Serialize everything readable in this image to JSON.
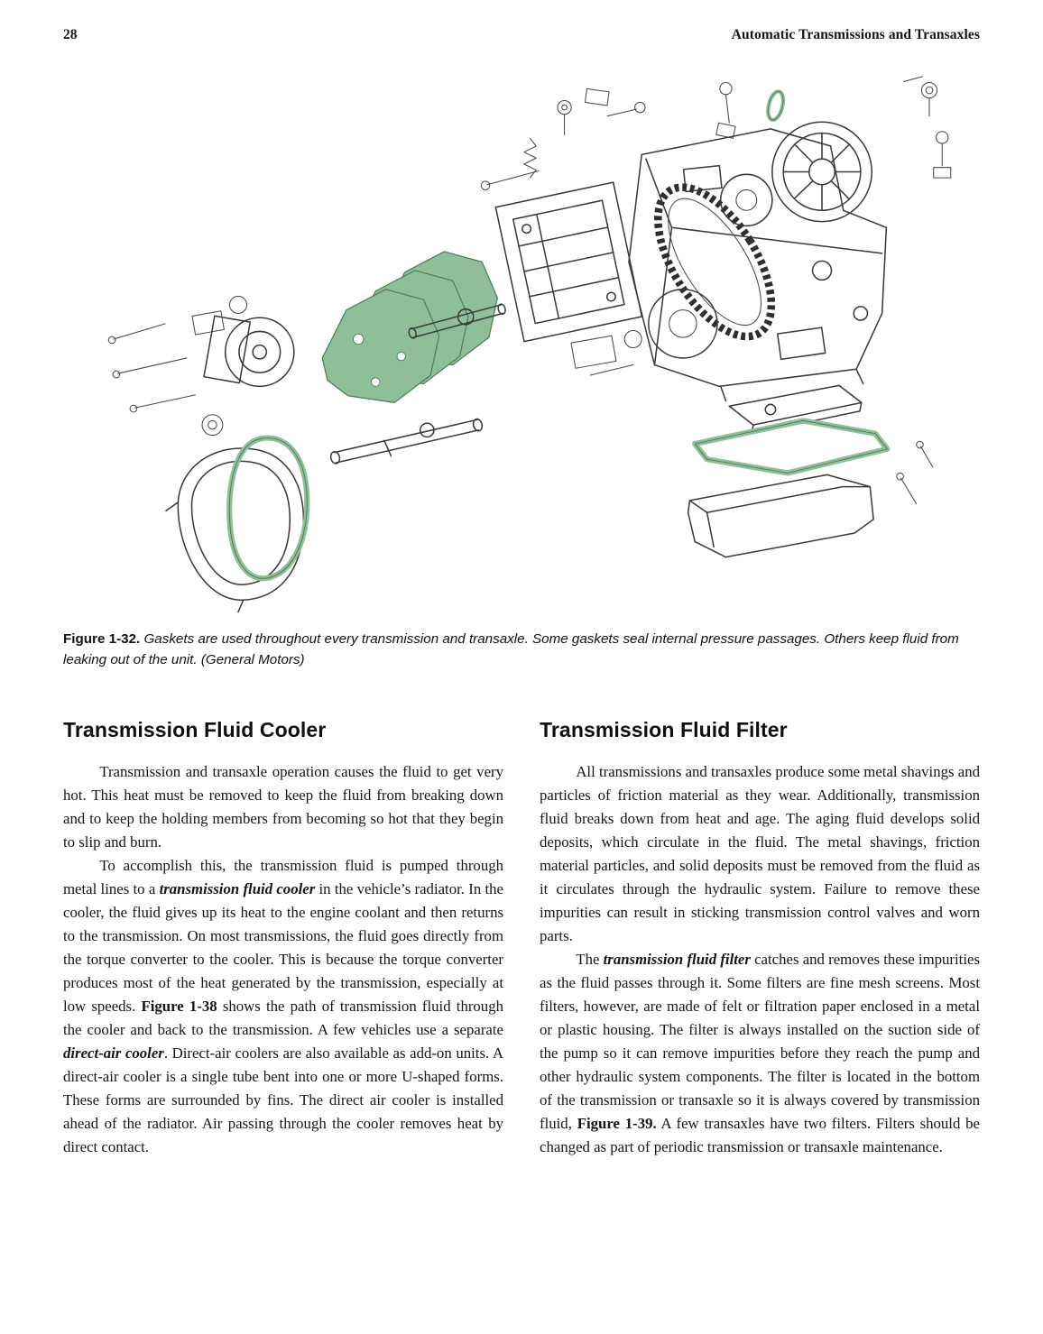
{
  "page": {
    "number": "28",
    "header_right": "Automatic Transmissions and Transaxles"
  },
  "figure": {
    "label": "Figure 1-32.",
    "caption": " Gaskets are used throughout every transmission and transaxle. Some gaskets seal internal pressure passages. Others keep fluid from leaking out of the unit. (General Motors)",
    "highlight_color": "#8fbf96"
  },
  "sections": [
    {
      "title": "Transmission Fluid Cooler",
      "paragraphs": [
        [
          {
            "t": "Transmission and transaxle operation causes the fluid to get very hot. This heat must be removed to keep the fluid from breaking down and to keep the holding members from becoming so hot that they begin to slip and burn."
          }
        ],
        [
          {
            "t": "To accomplish this, the transmission fluid is pumped through metal lines to a "
          },
          {
            "t": "transmission fluid cooler",
            "b": true,
            "i": true
          },
          {
            "t": " in the vehicle’s radiator. In the cooler, the fluid gives up its heat to the engine coolant and then returns to the transmission. On most transmissions, the fluid goes directly from the torque converter to the cooler. This is because the torque converter produces most of the heat generated by the transmission, especially at low speeds. "
          },
          {
            "t": "Figure 1-38",
            "b": true
          },
          {
            "t": " shows the path of transmission fluid through the cooler and back to the transmission. A few vehicles use a separate "
          },
          {
            "t": "direct-air cooler",
            "b": true,
            "i": true
          },
          {
            "t": ". Direct-air coolers are also available as add-on units. A direct-air cooler is a single tube bent into one or more U-shaped forms. These forms are surrounded by fins. The direct air cooler is installed ahead of the radiator. Air passing through the cooler removes heat by direct contact."
          }
        ]
      ]
    },
    {
      "title": "Transmission Fluid Filter",
      "paragraphs": [
        [
          {
            "t": "All transmissions and transaxles produce some metal shavings and particles of friction material as they wear. Additionally, transmission fluid breaks down from heat and age. The aging fluid develops solid deposits, which circulate in the fluid. The metal shavings, friction material particles, and solid deposits must be removed from the fluid as it circulates through the hydraulic system. Failure to remove these impurities can result in sticking transmission control valves and worn parts."
          }
        ],
        [
          {
            "t": "The "
          },
          {
            "t": "transmission fluid filter",
            "b": true,
            "i": true
          },
          {
            "t": " catches and removes these impurities as the fluid passes through it. Some filters are fine mesh screens. Most filters, however, are made of felt or filtration paper enclosed in a metal or plastic housing. The filter is always installed on the suction side of the pump so it can remove impurities before they reach the pump and other hydraulic system components. The filter is located in the bottom of the transmission or transaxle so it is always covered by transmission fluid, "
          },
          {
            "t": "Figure 1-39.",
            "b": true
          },
          {
            "t": " A few transaxles have two filters. Filters should be changed as part of periodic transmission or transaxle maintenance."
          }
        ]
      ]
    }
  ]
}
